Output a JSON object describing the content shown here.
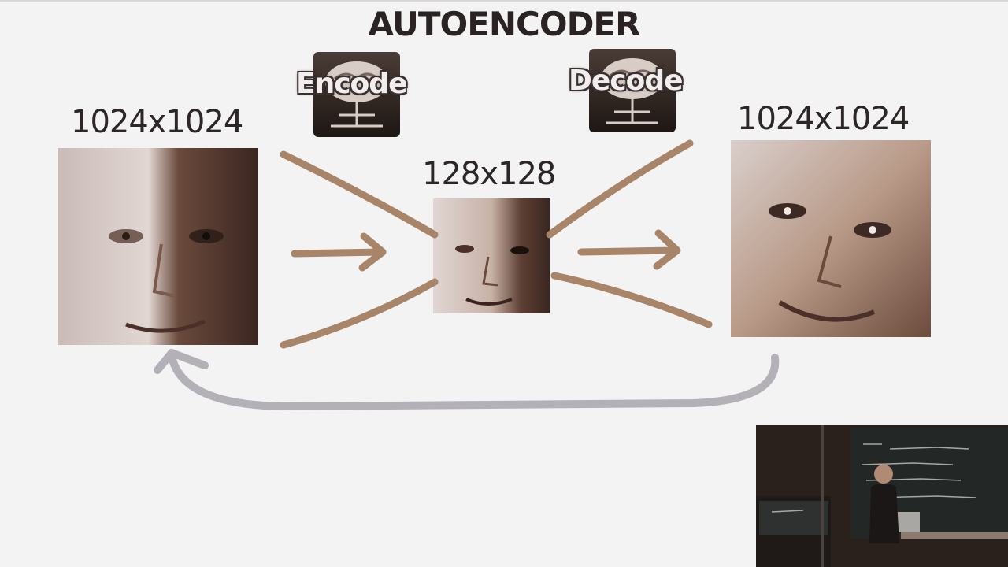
{
  "slide": {
    "title": "AUTOENCODER",
    "input_size": "1024x1024",
    "latent_size": "128x128",
    "output_size": "1024x1024",
    "encode_label": "Encode",
    "decode_label": "Decode"
  },
  "colors": {
    "background": "#f4f3f3",
    "arrow_brown": "#a88468",
    "loop_gray": "#b3b0b8",
    "text_dark": "#2d2626"
  },
  "icons": {
    "encoder": "brain-computer-icon",
    "decoder": "brain-computer-icon"
  }
}
